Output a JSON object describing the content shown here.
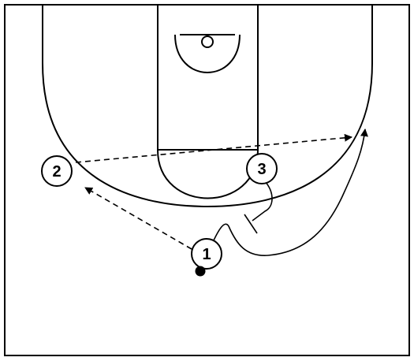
{
  "players": [
    {
      "id": "p1",
      "label": "1"
    },
    {
      "id": "p2",
      "label": "2"
    },
    {
      "id": "p3",
      "label": "3"
    }
  ],
  "colors": {
    "lines": "#000000",
    "background": "#ffffff"
  },
  "has_ball": "1"
}
